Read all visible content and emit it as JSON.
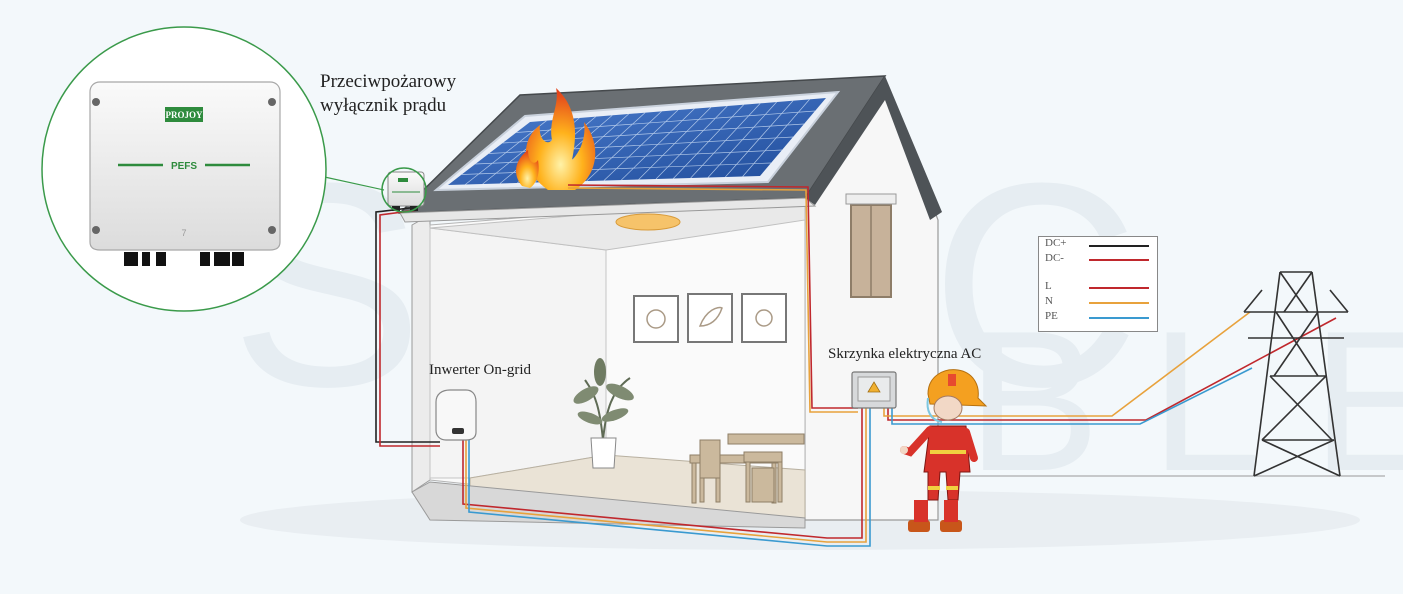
{
  "callout": {
    "title_line1": "Przeciwpożarowy",
    "title_line2": "wyłącznik prądu",
    "device_brand": "PROJOY",
    "device_model": "PEFS"
  },
  "labels": {
    "inverter": "Inwerter On-grid",
    "ac_box": "Skrzynka elektryczna AC"
  },
  "watermark": [
    "SPEC",
    "KABLE"
  ],
  "legend": [
    {
      "label": "DC+",
      "color": "#222222"
    },
    {
      "label": "DC-",
      "color": "#c0282d"
    },
    {
      "label": "L",
      "color": "#c0282d"
    },
    {
      "label": "N",
      "color": "#e8a23c"
    },
    {
      "label": "PE",
      "color": "#3a9ad0"
    }
  ],
  "colors": {
    "callout_ring": "#3a9a4a",
    "brand_green": "#2e8b3d",
    "roof": "#555a5e",
    "panel": "#2b5fae",
    "flame": "#f08a18",
    "firefighter": "#d8322a",
    "helmet": "#f4a020"
  }
}
